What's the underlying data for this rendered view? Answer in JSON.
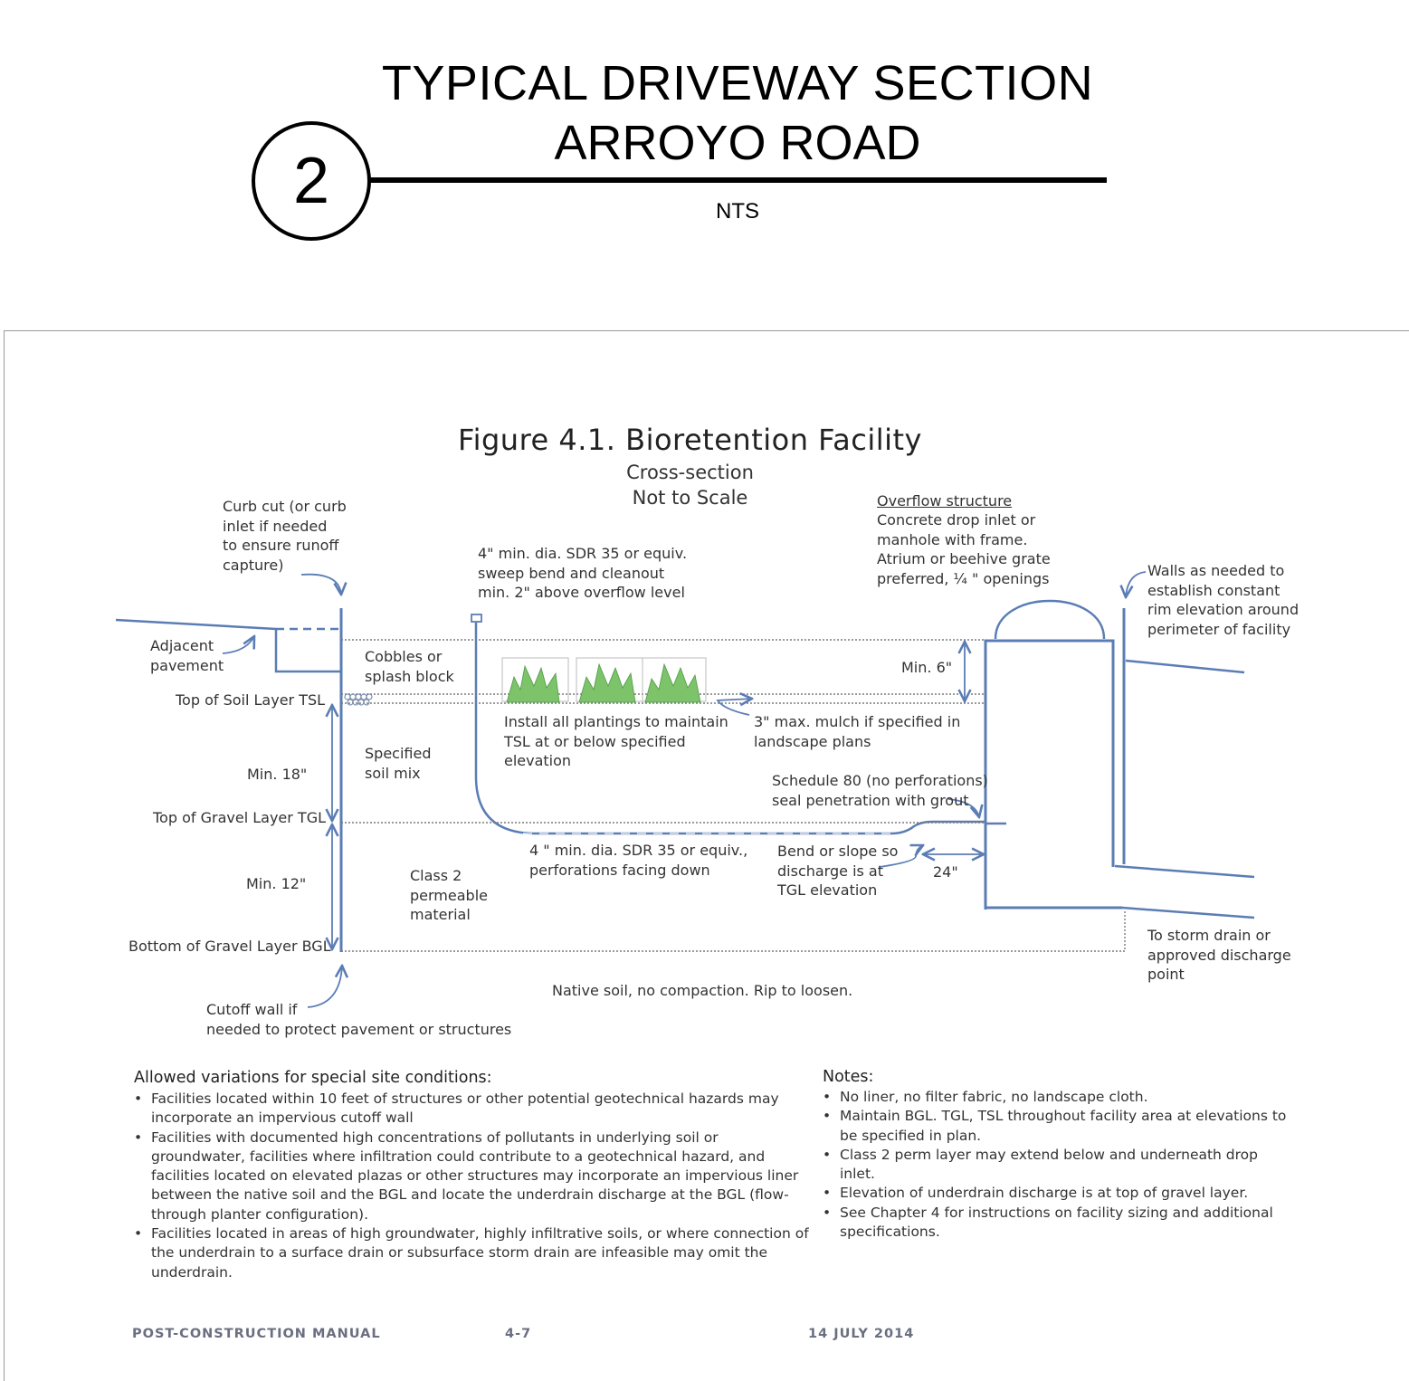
{
  "title_block": {
    "number": "2",
    "title_line1": "TYPICAL DRIVEWAY SECTION",
    "title_line2": "ARROYO ROAD",
    "scale": "NTS"
  },
  "figure": {
    "title": "Figure 4.1. Bioretention Facility",
    "subtitle1": "Cross-section",
    "subtitle2": "Not to Scale",
    "line_color": "#5b7db5",
    "labels": {
      "curb_cut": "Curb cut (or curb\ninlet if needed\nto ensure runoff\ncapture)",
      "sweep_bend": "4\" min. dia. SDR 35 or equiv.\nsweep bend and cleanout\nmin. 2\" above overflow level",
      "overflow_heading": "Overflow structure",
      "overflow_body": "Concrete drop inlet or\nmanhole with frame.\nAtrium or beehive grate\npreferred, ¼ \" openings",
      "walls": "Walls as needed to\nestablish constant\nrim elevation around\nperimeter of facility",
      "adjacent_pavement": "Adjacent\npavement",
      "cobbles": "Cobbles or\nsplash block",
      "min6": "Min. 6\"",
      "tsl": "Top of Soil Layer TSL",
      "plantings": "Install all plantings to maintain\nTSL at or below specified\nelevation",
      "mulch": "3\" max. mulch if specified in\nlandscape plans",
      "specified_soil": "Specified\nsoil mix",
      "min18": "Min. 18\"",
      "schedule80": "Schedule 80 (no perforations)\nseal penetration with grout",
      "tgl": "Top of Gravel Layer TGL",
      "underdrain": "4 \" min. dia. SDR 35 or equiv.,\nperforations facing down",
      "bend": "Bend or slope so\ndischarge is at\nTGL elevation",
      "d24": "24\"",
      "min12": "Min. 12\"",
      "class2": "Class 2\npermeable\nmaterial",
      "bgl": "Bottom of Gravel Layer BGL",
      "storm_drain": "To storm drain or\napproved discharge\npoint",
      "native_soil": "Native soil, no compaction. Rip to loosen.",
      "cutoff_wall": "Cutoff wall if\nneeded to protect pavement or structures"
    }
  },
  "variations": {
    "heading": "Allowed variations for special site conditions:",
    "items": [
      "Facilities located within 10 feet of structures or other potential geotechnical hazards may incorporate an impervious cutoff wall",
      "Facilities with documented high concentrations of pollutants in underlying soil or groundwater, facilities where infiltration could contribute to a geotechnical hazard, and facilities located on elevated plazas or other structures may incorporate an impervious liner between the native soil and the BGL and locate the underdrain discharge at the BGL (flow-through planter configuration).",
      "Facilities located in areas of high groundwater, highly infiltrative soils, or where connection of the underdrain to a surface drain or subsurface storm drain are infeasible may omit the underdrain."
    ]
  },
  "notes": {
    "heading": "Notes:",
    "items": [
      "No liner, no filter fabric, no landscape cloth.",
      "Maintain BGL. TGL, TSL throughout facility area at elevations to be specified in plan.",
      "Class 2 perm layer may extend below and underneath drop inlet.",
      "Elevation of underdrain discharge is at top of gravel layer.",
      "See Chapter 4 for instructions on facility sizing and additional specifications."
    ]
  },
  "footer": {
    "left": "POST-CONSTRUCTION MANUAL",
    "center": "4-7",
    "right": "14 JULY 2014"
  }
}
